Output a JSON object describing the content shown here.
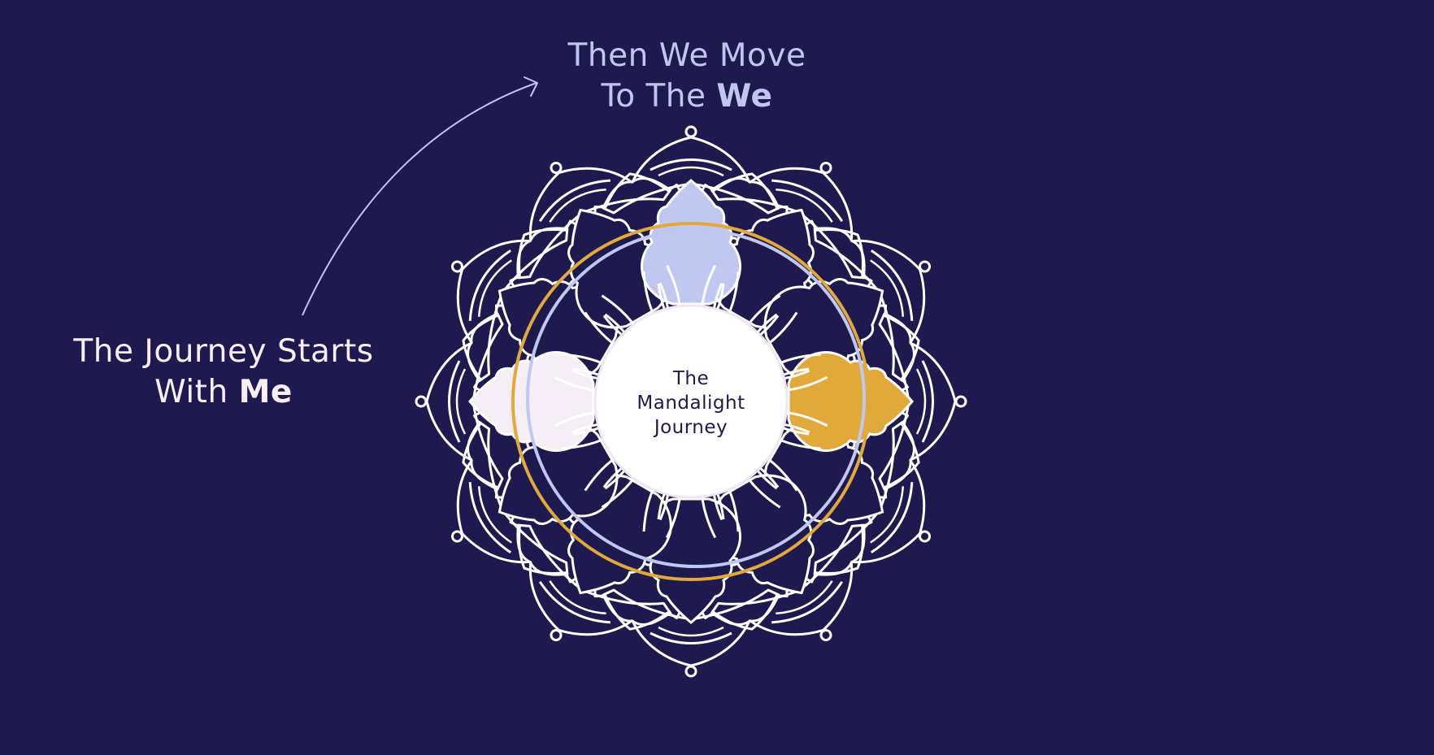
{
  "top_caption": {
    "line1": "Then We Move",
    "line2_prefix": "To The ",
    "line2_bold": "We"
  },
  "left_caption": {
    "line1": "The Journey Starts",
    "line2_prefix": "With ",
    "line2_bold": "Me"
  },
  "mandala": {
    "center_label": {
      "line1": "The",
      "line2": "Mandalight",
      "line3": "Journey"
    },
    "petal_count": 12,
    "highlighted_petals": [
      {
        "position": "left",
        "meaning": "Me",
        "color": "#f6eef7"
      },
      {
        "position": "top",
        "meaning": "We",
        "color": "#c0c8f2"
      },
      {
        "position": "right",
        "color": "#e0a93a"
      }
    ],
    "rings": [
      {
        "name": "gold-ring",
        "color": "#e0a93a"
      },
      {
        "name": "lavender-ring",
        "color": "#c0c8f2"
      }
    ]
  },
  "arrow": {
    "from": "left-caption",
    "to": "top-caption",
    "color": "#c0c6f0"
  },
  "colors": {
    "background": "#1e1a4f",
    "outline": "#ffffff",
    "top_text": "#c0c6f0",
    "left_text": "#f7eef8",
    "center_text": "#1e1a4f"
  }
}
